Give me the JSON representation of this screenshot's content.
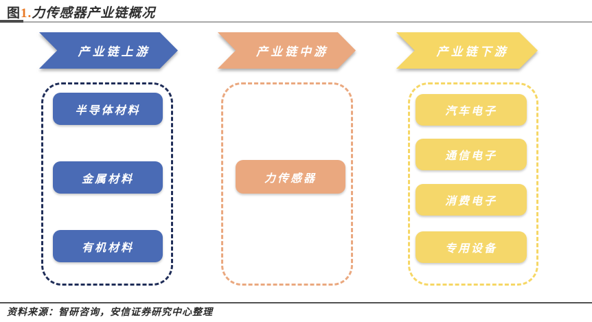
{
  "title": {
    "figure_label": "图",
    "figure_number": "1.",
    "figure_title": "力传感器产业链概况"
  },
  "diagram": {
    "columns": [
      {
        "header": "产业链上游",
        "fill_color": "#4a6bb5",
        "border_color": "#1f2d58",
        "items": [
          "半导体材料",
          "金属材料",
          "有机材料"
        ]
      },
      {
        "header": "产业链中游",
        "fill_color": "#eaa87f",
        "border_color": "#eaa87f",
        "items": [
          "力传感器"
        ]
      },
      {
        "header": "产业链下游",
        "fill_color": "#f5d76a",
        "border_color": "#f6d765",
        "items": [
          "汽车电子",
          "通信电子",
          "消费电子",
          "专用设备"
        ]
      }
    ]
  },
  "footer": {
    "source": "资料来源：智研咨询，安信证券研究中心整理"
  },
  "colors": {
    "upstream_blue": "#4a6bb5",
    "upstream_border_navy": "#1f2d58",
    "midstream_salmon": "#eaa87f",
    "downstream_yellow": "#f5d76a",
    "figure_number_orange": "#e87722",
    "text_dark": "#2f2f2f"
  }
}
